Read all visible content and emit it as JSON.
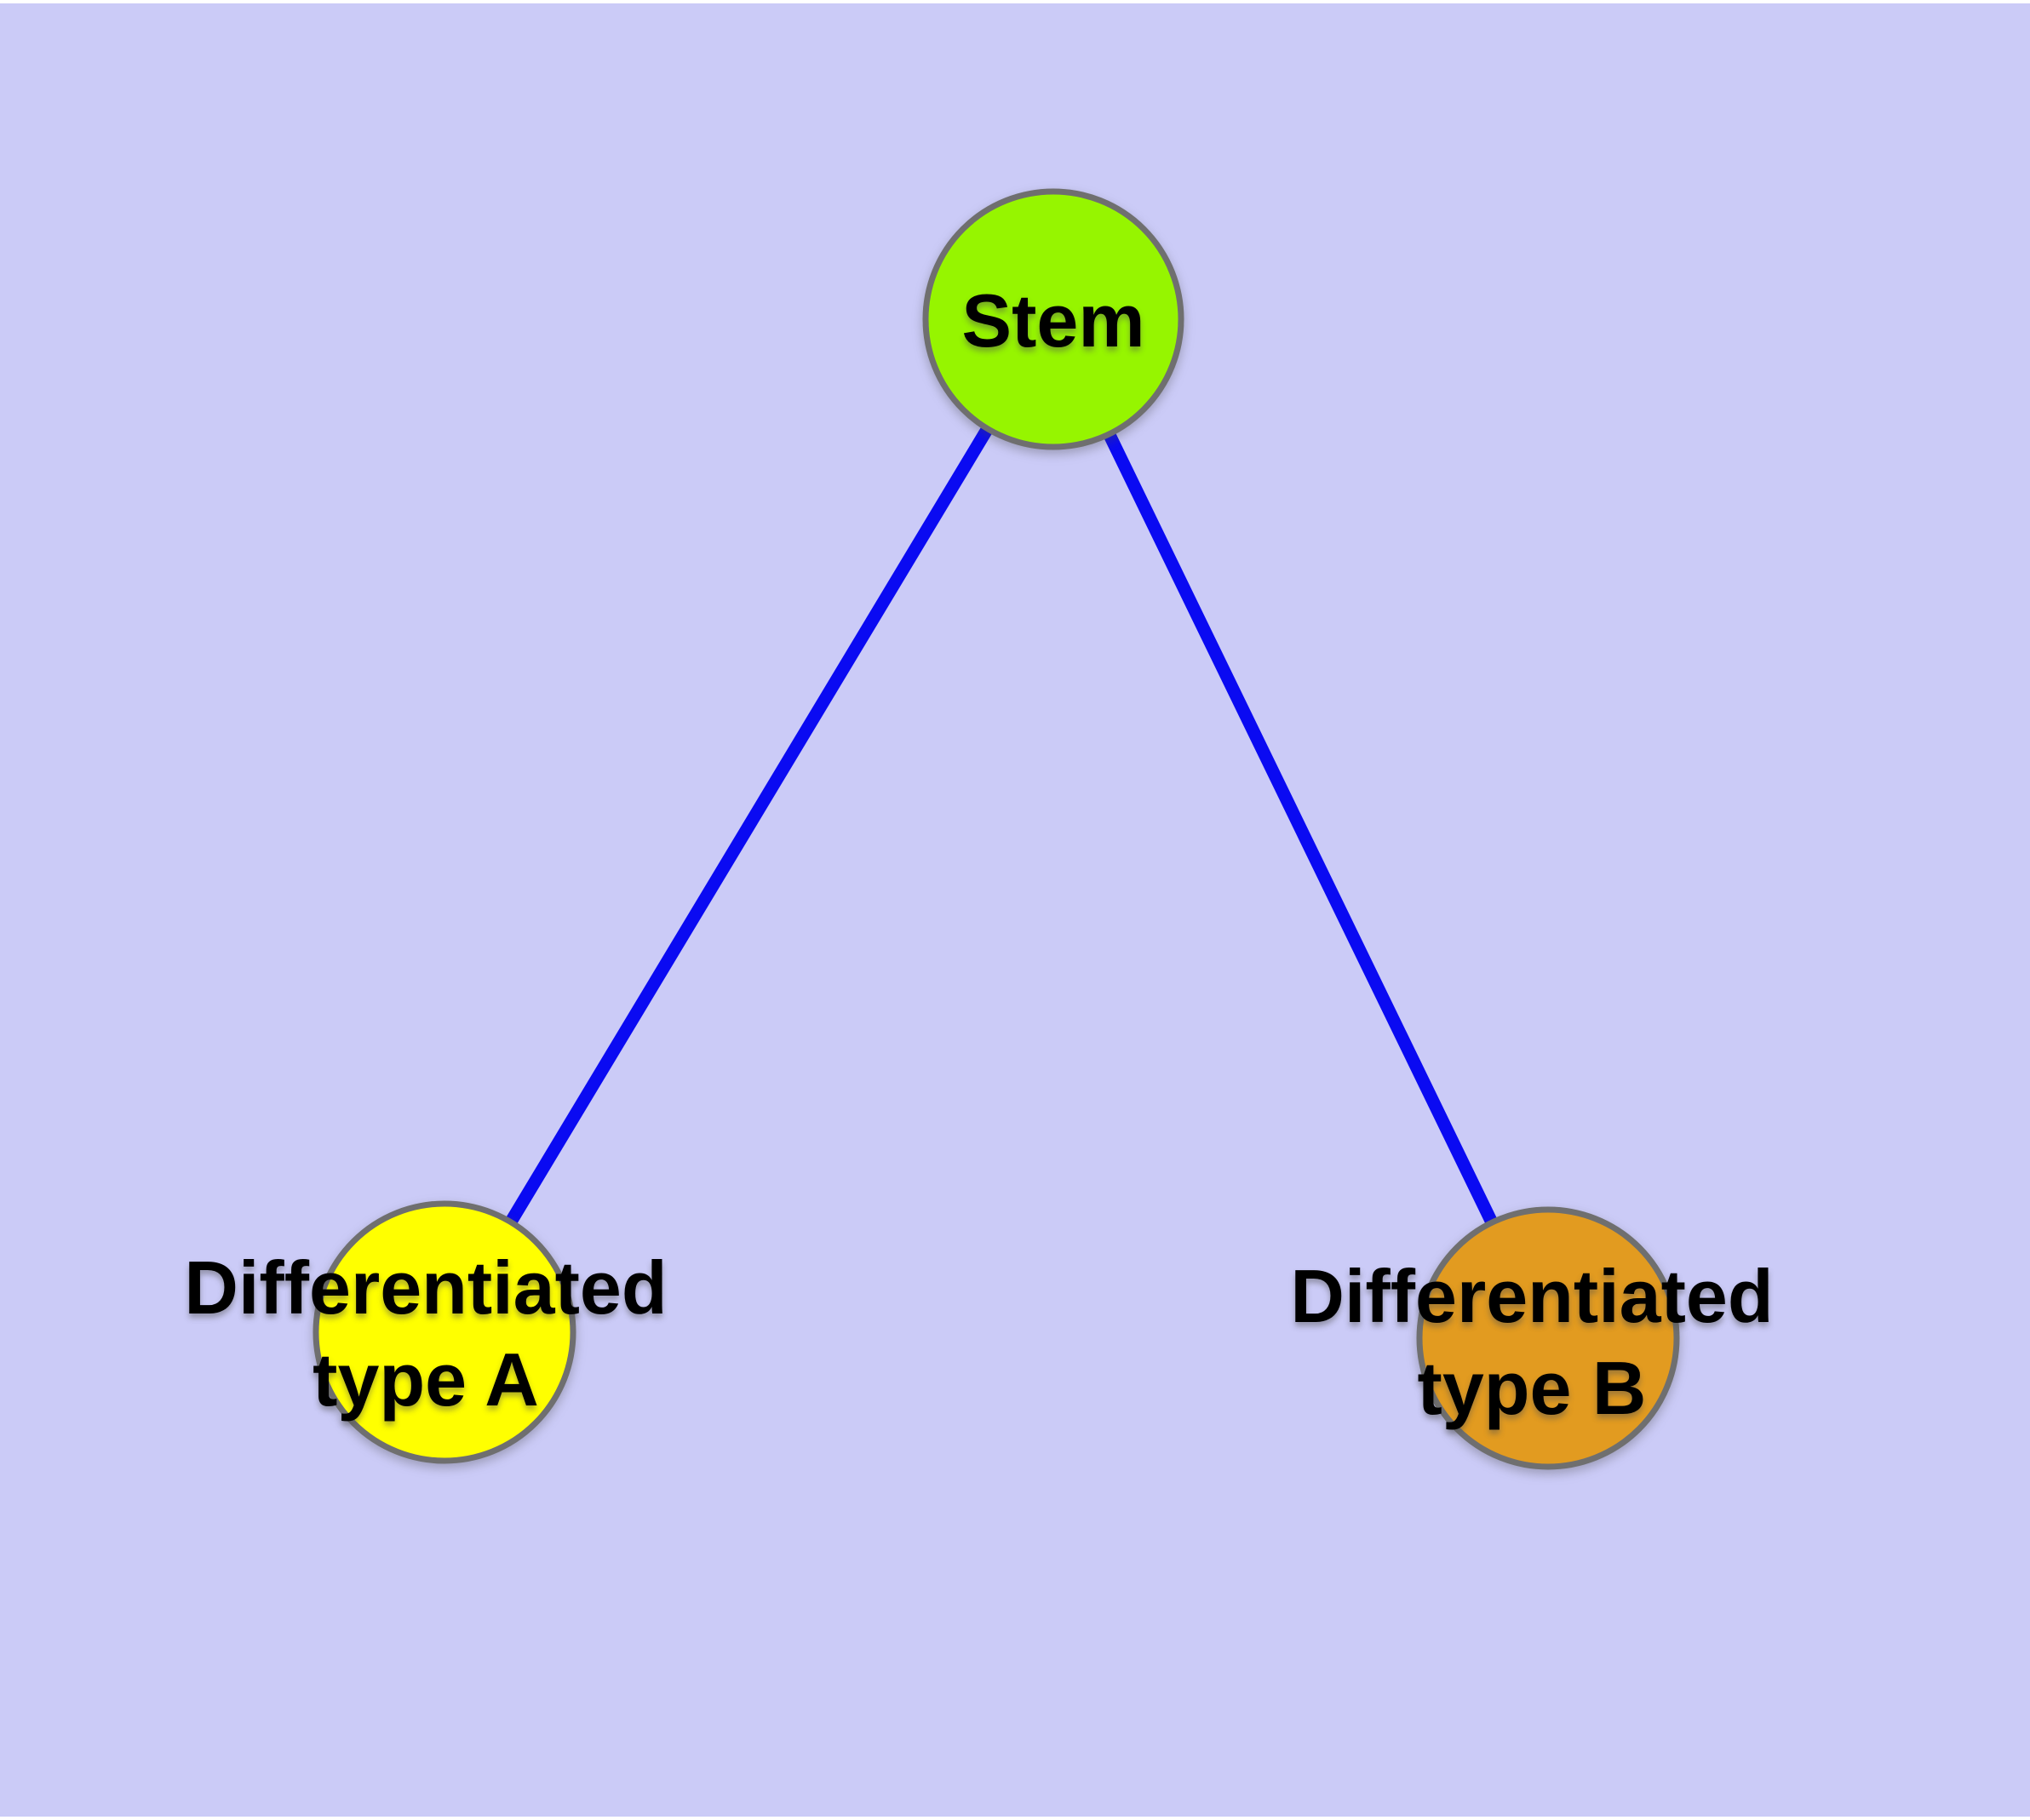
{
  "diagram": {
    "background_color": "#cbcbf7",
    "frame_color": "#ffffff",
    "edge_style": {
      "color": "#0a0af2",
      "width": 15
    },
    "node_style": {
      "border_color": "#6f6f6f",
      "border_width": 7,
      "text_color": "#000000"
    },
    "nodes": [
      {
        "id": "stem",
        "label": "Stem",
        "fill": "#96f500"
      },
      {
        "id": "differentiated-type-a",
        "label": "Differentiated\ntype A",
        "fill": "#ffff00"
      },
      {
        "id": "differentiated-type-b",
        "label": "Differentiated\ntype B",
        "fill": "#e29b20"
      }
    ],
    "edges": [
      {
        "from": "stem",
        "to": "differentiated-type-a"
      },
      {
        "from": "stem",
        "to": "differentiated-type-b"
      }
    ]
  }
}
